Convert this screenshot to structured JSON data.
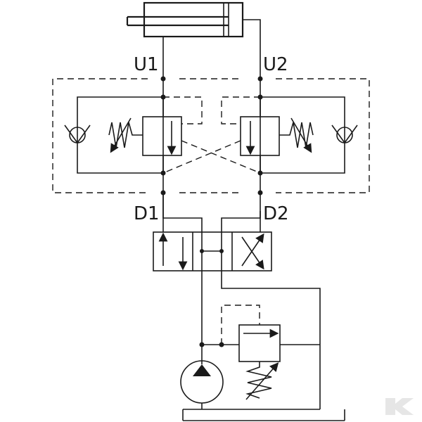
{
  "labels": {
    "u1": "U1",
    "u2": "U2",
    "d1": "D1",
    "d2": "D2"
  },
  "logo": {
    "letter": "K",
    "color": "#e6e6e6"
  },
  "colors": {
    "line": "#1a1a1a",
    "background": "#ffffff"
  }
}
